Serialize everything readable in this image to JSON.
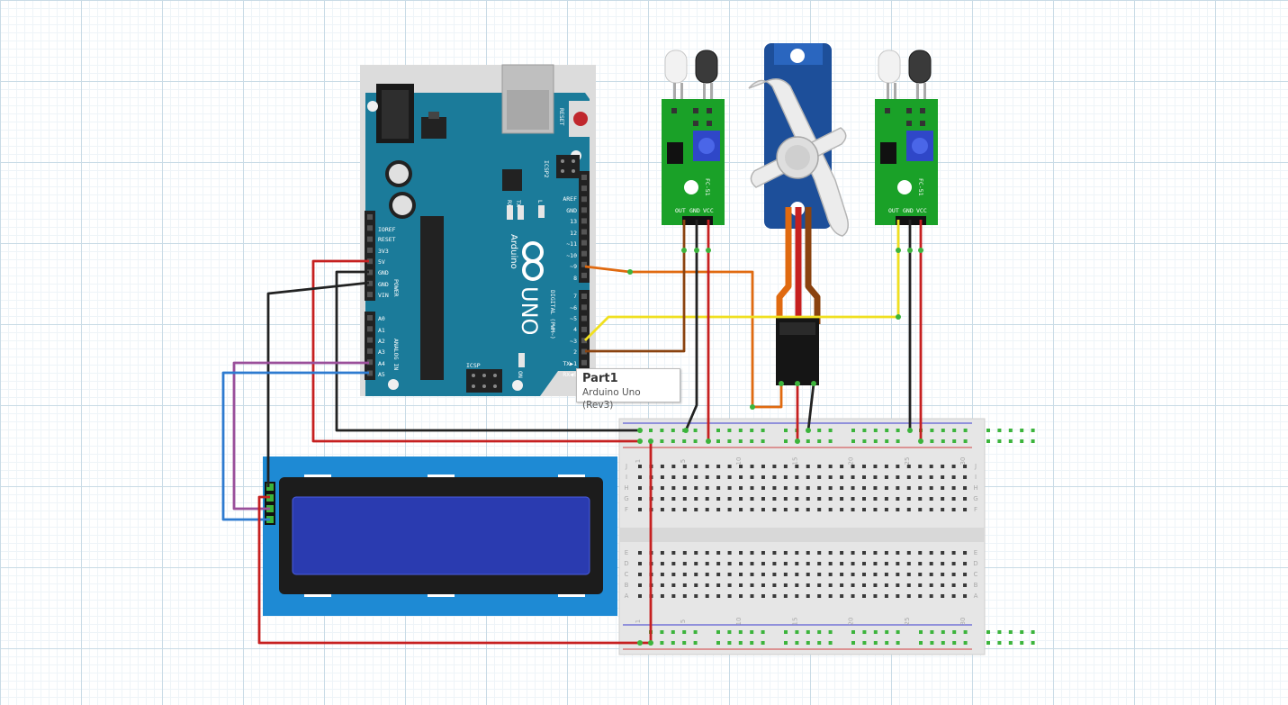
{
  "tooltip": {
    "title": "Part1",
    "subtitle": "Arduino Uno (Rev3)"
  },
  "arduino": {
    "brand": "Arduino",
    "model": "UNO",
    "reset_label": "RESET",
    "icsp2_label": "ICSP2",
    "icsp_label": "ICSP",
    "on_label": "ON",
    "tx_label": "TX",
    "rx_label": "RX",
    "l_label": "L",
    "power_label": "POWER",
    "analog_label": "ANALOG IN",
    "digital_label": "DIGITAL (PWM~)",
    "power_pins": [
      "IOREF",
      "RESET",
      "3V3",
      "5V",
      "GND",
      "GND",
      "VIN"
    ],
    "analog_pins": [
      "A0",
      "A1",
      "A2",
      "A3",
      "A4",
      "A5"
    ],
    "digital_top": [
      "AREF",
      "GND",
      "13",
      "12",
      "~11",
      "~10",
      "~9",
      "8"
    ],
    "digital_bottom": [
      "7",
      "~6",
      "~5",
      "4",
      "~3",
      "2",
      "TX▶1",
      "RX◀0"
    ]
  },
  "ir_sensor": {
    "pins": [
      "OUT",
      "GND",
      "VCC"
    ],
    "chip_label": "FC-51"
  },
  "breadboard": {
    "col_numbers": [
      "1",
      "5",
      "10",
      "15",
      "20",
      "25",
      "30"
    ],
    "row_letters_top": [
      "J",
      "I",
      "H",
      "G",
      "F"
    ],
    "row_letters_bottom": [
      "E",
      "D",
      "C",
      "B",
      "A"
    ]
  },
  "colors": {
    "arduino_board": "#1b7b9a",
    "lcd_pcb": "#1e8ad4",
    "lcd_screen": "#2a3bb0",
    "ir_pcb": "#1aa128",
    "servo_body": "#1d4f9a",
    "wire_red": "#c62020",
    "wire_black": "#222222",
    "wire_yellow": "#f0e020",
    "wire_orange": "#e06a10",
    "wire_brown": "#8a4310",
    "wire_purple": "#9a4f9a",
    "wire_blue": "#2e7bd0"
  }
}
